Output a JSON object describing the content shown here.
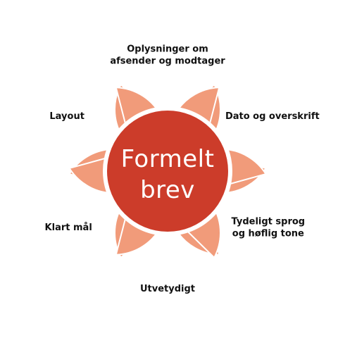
{
  "colors": {
    "petal_fill": "#F19B7A",
    "center_fill": "#CC3C2A",
    "center_ring": "#ffffff",
    "text_dark": "#111111",
    "text_light": "#ffffff"
  },
  "center": {
    "line1": "Formelt",
    "line2": "brev"
  },
  "petals": [
    {
      "id": "top",
      "lines": [
        "Oplysninger om",
        "afsender og modtager"
      ]
    },
    {
      "id": "upper-right",
      "lines": [
        "Dato og overskrift"
      ]
    },
    {
      "id": "lower-right",
      "lines": [
        "Tydeligt sprog",
        "og høflig tone"
      ]
    },
    {
      "id": "bottom",
      "lines": [
        "Utvetydigt"
      ]
    },
    {
      "id": "lower-left",
      "lines": [
        "Klart mål"
      ]
    },
    {
      "id": "upper-left",
      "lines": [
        "Layout"
      ]
    }
  ]
}
